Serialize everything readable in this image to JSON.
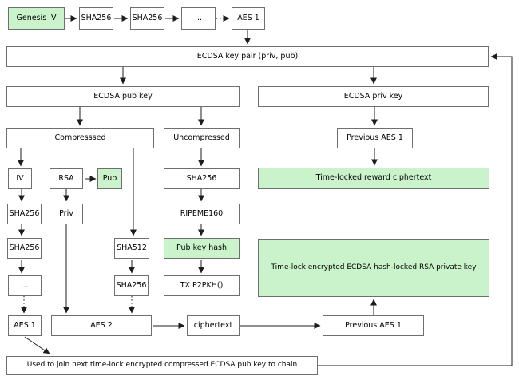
{
  "colors": {
    "green_fill": "#cbf3cb",
    "box_fill": "#ffffff",
    "border": "#6f6f6f",
    "arrow": "#1d1d1d",
    "background": "#ffffff"
  },
  "nodes": {
    "genesis_iv": {
      "label": "Genesis IV",
      "highlight": true
    },
    "sha256_top_1": {
      "label": "SHA256"
    },
    "sha256_top_2": {
      "label": "SHA256"
    },
    "ellipsis_top": {
      "label": "..."
    },
    "aes1_top": {
      "label": "AES 1"
    },
    "ecdsa_key_pair": {
      "label": "ECDSA key pair (priv, pub)"
    },
    "ecdsa_pub_key": {
      "label": "ECDSA pub key"
    },
    "ecdsa_priv_key": {
      "label": "ECDSA priv key"
    },
    "compressed": {
      "label": "Compresssed"
    },
    "uncompressed": {
      "label": "Uncompressed"
    },
    "previous_aes1_upper": {
      "label": "Previous AES 1"
    },
    "iv": {
      "label": "IV"
    },
    "rsa": {
      "label": "RSA"
    },
    "rsa_pub": {
      "label": "Pub",
      "highlight": true
    },
    "sha256_uncompressed": {
      "label": "SHA256"
    },
    "timelocked_reward": {
      "label": "Time-locked reward ciphertext",
      "highlight": true
    },
    "sha256_iv_1": {
      "label": "SHA256"
    },
    "rsa_priv": {
      "label": "Priv"
    },
    "ripeme160": {
      "label": "RIPEME160"
    },
    "sha256_iv_2": {
      "label": "SHA256"
    },
    "sha512": {
      "label": "SHA512"
    },
    "pub_key_hash": {
      "label": "Pub key hash",
      "highlight": true
    },
    "timelock_rsa_key": {
      "label": "Time-lock encrypted ECDSA hash-locked RSA private key",
      "highlight": true
    },
    "ellipsis_left": {
      "label": "..."
    },
    "sha256_mid": {
      "label": "SHA256"
    },
    "tx_p2pkh": {
      "label": "TX P2PKH()"
    },
    "aes1_bottom": {
      "label": "AES 1"
    },
    "aes2": {
      "label": "AES 2"
    },
    "ciphertext": {
      "label": "ciphertext"
    },
    "previous_aes1_lower": {
      "label": "Previous AES 1"
    },
    "chain_note": {
      "label": "Used to join next time-lock encrypted compressed ECDSA pub key to chain"
    }
  }
}
